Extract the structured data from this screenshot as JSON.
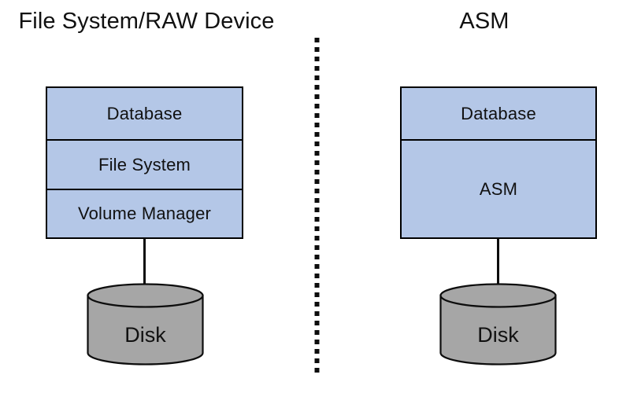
{
  "diagram": {
    "title_left": "File System/RAW Device",
    "title_right": "ASM",
    "divider": "vertical-dotted-separator",
    "colors": {
      "box_fill": "#b4c7e7",
      "box_stroke": "#000000",
      "disk_fill": "#a6a6a6",
      "disk_stroke": "#000000",
      "text": "#111111",
      "background": "#ffffff"
    },
    "left_panel": {
      "stack": [
        {
          "label": "Database"
        },
        {
          "label": "File System"
        },
        {
          "label": "Volume Manager"
        }
      ],
      "storage": {
        "label": "Disk",
        "shape": "cylinder"
      }
    },
    "right_panel": {
      "stack": [
        {
          "label": "Database"
        },
        {
          "label": "ASM"
        }
      ],
      "storage": {
        "label": "Disk",
        "shape": "cylinder"
      }
    }
  }
}
